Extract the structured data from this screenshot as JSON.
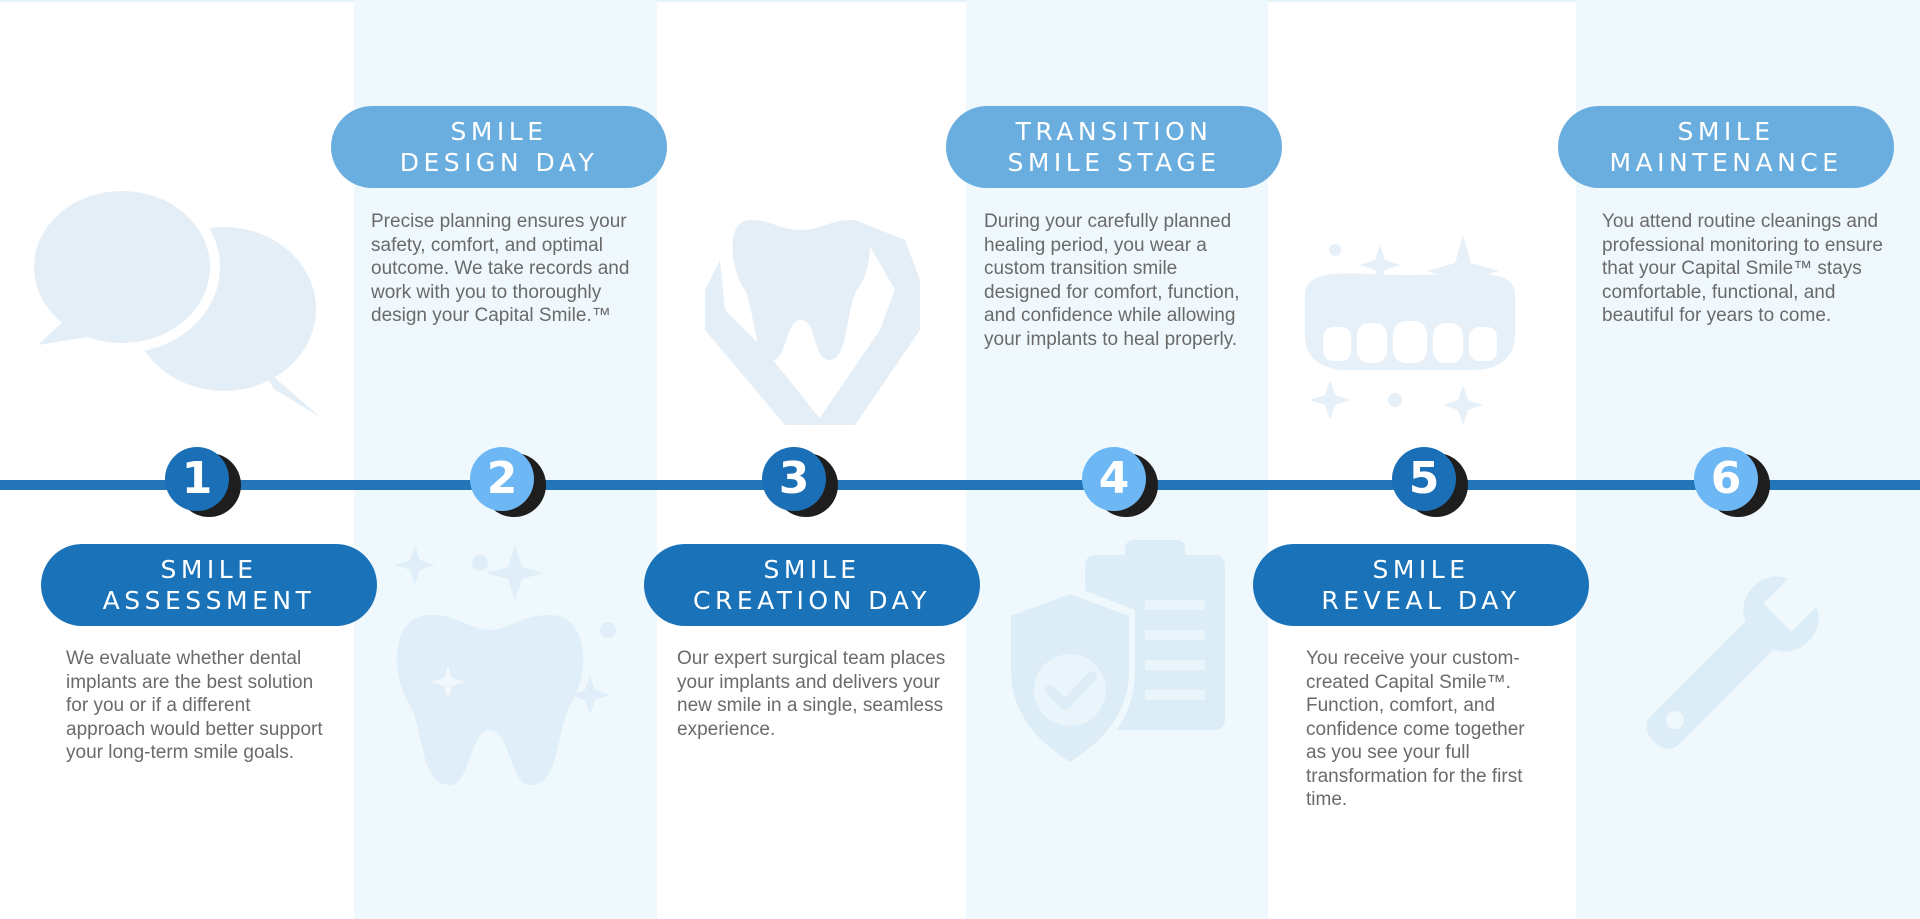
{
  "steps": [
    {
      "number": "1",
      "title": "SMILE\nASSESSMENT",
      "description": "We evaluate whether dental implants are the best solution for you or if a different approach would better support your long-term smile goals.",
      "icon": "speech-bubbles-icon"
    },
    {
      "number": "2",
      "title": "SMILE\nDESIGN DAY",
      "description": "Precise planning ensures your safety, comfort, and optimal outcome. We take records and work with you to thoroughly design your Capital Smile.™",
      "icon": "sparkling-tooth-icon"
    },
    {
      "number": "3",
      "title": "SMILE\nCREATION DAY",
      "description": "Our expert surgical team places your implants and delivers your new smile in a single, seamless experience.",
      "icon": "tooth-in-hand-icon"
    },
    {
      "number": "4",
      "title": "TRANSITION\nSMILE STAGE",
      "description": "During your carefully planned healing period, you wear a custom transition smile designed for comfort, function, and confidence while allowing your implants to heal properly.",
      "icon": "shield-clipboard-icon"
    },
    {
      "number": "5",
      "title": "SMILE\nREVEAL DAY",
      "description": "You receive your custom-created Capital Smile™. Function, comfort, and confidence come together as you see your full transformation for the first time.",
      "icon": "sparkling-teeth-icon"
    },
    {
      "number": "6",
      "title": "SMILE\nMAINTENANCE",
      "description": "You attend routine cleanings and professional monitoring to ensure that your Capital Smile™ stays comfortable, functional, and beautiful for years to come.",
      "icon": "wrench-icon"
    }
  ],
  "colors": {
    "timeline": "#2474b8",
    "dark_blue": "#1a72b9",
    "light_blue": "#6aaedf",
    "band": "#eff8fc",
    "text": "#6a6a6a",
    "icon": "#e2eff8"
  }
}
